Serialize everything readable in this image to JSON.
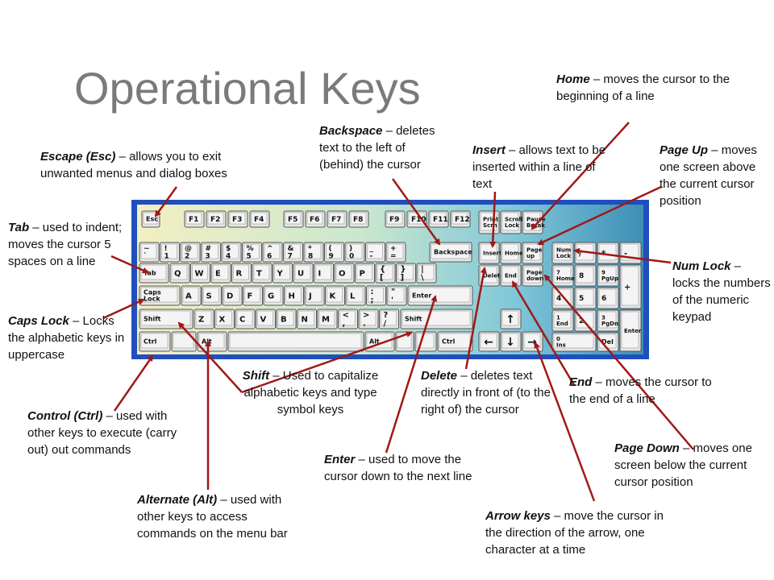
{
  "title": "Operational Keys",
  "colors": {
    "arrow": "#a01818",
    "keyboard_frame": "#1f4fbf"
  },
  "keyboard": {
    "fkeys": [
      "Esc",
      "F1",
      "F2",
      "F3",
      "F4",
      "F5",
      "F6",
      "F7",
      "F8",
      "F9",
      "F10",
      "F11",
      "F12"
    ],
    "row1": [
      "~ `",
      "! 1",
      "@ 2",
      "# 3",
      "$ 4",
      "% 5",
      "^ 6",
      "& 7",
      "* 8",
      "( 9",
      ") 0",
      "_ -",
      "+ =",
      "Backspace"
    ],
    "row2": [
      "Tab",
      "Q",
      "W",
      "E",
      "R",
      "T",
      "Y",
      "U",
      "I",
      "O",
      "P",
      "{ [",
      "} ]",
      "| \\"
    ],
    "row3": [
      "Caps Lock",
      "A",
      "S",
      "D",
      "F",
      "G",
      "H",
      "J",
      "K",
      "L",
      ": ;",
      "\" '",
      "Enter"
    ],
    "row4": [
      "Shift",
      "Z",
      "X",
      "C",
      "V",
      "B",
      "N",
      "M",
      "< ,",
      "> .",
      "? /",
      "Shift"
    ],
    "row5": [
      "Ctrl",
      "",
      "Alt",
      "",
      "Alt",
      "",
      "",
      "Ctrl"
    ],
    "nav_top": [
      "Print Scrn",
      "Scroll Lock",
      "Pause Break"
    ],
    "nav_mid1": [
      "Insert",
      "Home",
      "Page up"
    ],
    "nav_mid2": [
      "Delete",
      "End",
      "Page down"
    ],
    "numpad": [
      "Num Lock",
      "/",
      "*",
      "-",
      "7 Home",
      "8",
      "9 PgUp",
      "+",
      "4",
      "5",
      "6",
      "1 End",
      "2",
      "3 PgDn",
      "Enter",
      "0 Ins",
      "Del"
    ]
  },
  "annotations": {
    "home": {
      "term": "Home",
      "desc": " – moves the cursor to the beginning of a line"
    },
    "backspace": {
      "term": "Backspace",
      "desc": " – deletes text to the left of (behind) the cursor"
    },
    "insert": {
      "term": "Insert",
      "desc": " – allows text to be inserted within a line of text"
    },
    "pageup": {
      "term": "Page Up",
      "desc": " – moves one screen above the current cursor position"
    },
    "escape": {
      "term": "Escape (Esc)",
      "desc": " – allows you to exit unwanted menus and dialog boxes"
    },
    "tab": {
      "term": "Tab",
      "desc": " – used to indent; moves the cursor 5 spaces on a line"
    },
    "capslock": {
      "term": "Caps Lock",
      "desc": " – Locks the alphabetic keys in uppercase"
    },
    "numlock": {
      "term": "Num Lock",
      "desc": " – locks the numbers of the numeric keypad"
    },
    "shift": {
      "term": "Shift",
      "desc": " – Used to capitalize alphabetic keys and type symbol keys"
    },
    "delete": {
      "term": "Delete",
      "desc": " – deletes text directly in front of (to the right of) the cursor"
    },
    "end": {
      "term": "End",
      "desc": " – moves the cursor to the end of a line"
    },
    "control": {
      "term": "Control (Ctrl)",
      "desc": " – used with other keys to execute (carry out) out commands"
    },
    "pagedown": {
      "term": "Page Down",
      "desc": " – moves one screen below the current cursor position"
    },
    "enter": {
      "term": "Enter",
      "desc": " – used to move the cursor down to the next line"
    },
    "alt": {
      "term": "Alternate (Alt)",
      "desc": " – used with other keys to access commands on the menu bar"
    },
    "arrows": {
      "term": "Arrow keys",
      "desc": " – move the cursor in the direction of the arrow, one character at a time"
    }
  }
}
